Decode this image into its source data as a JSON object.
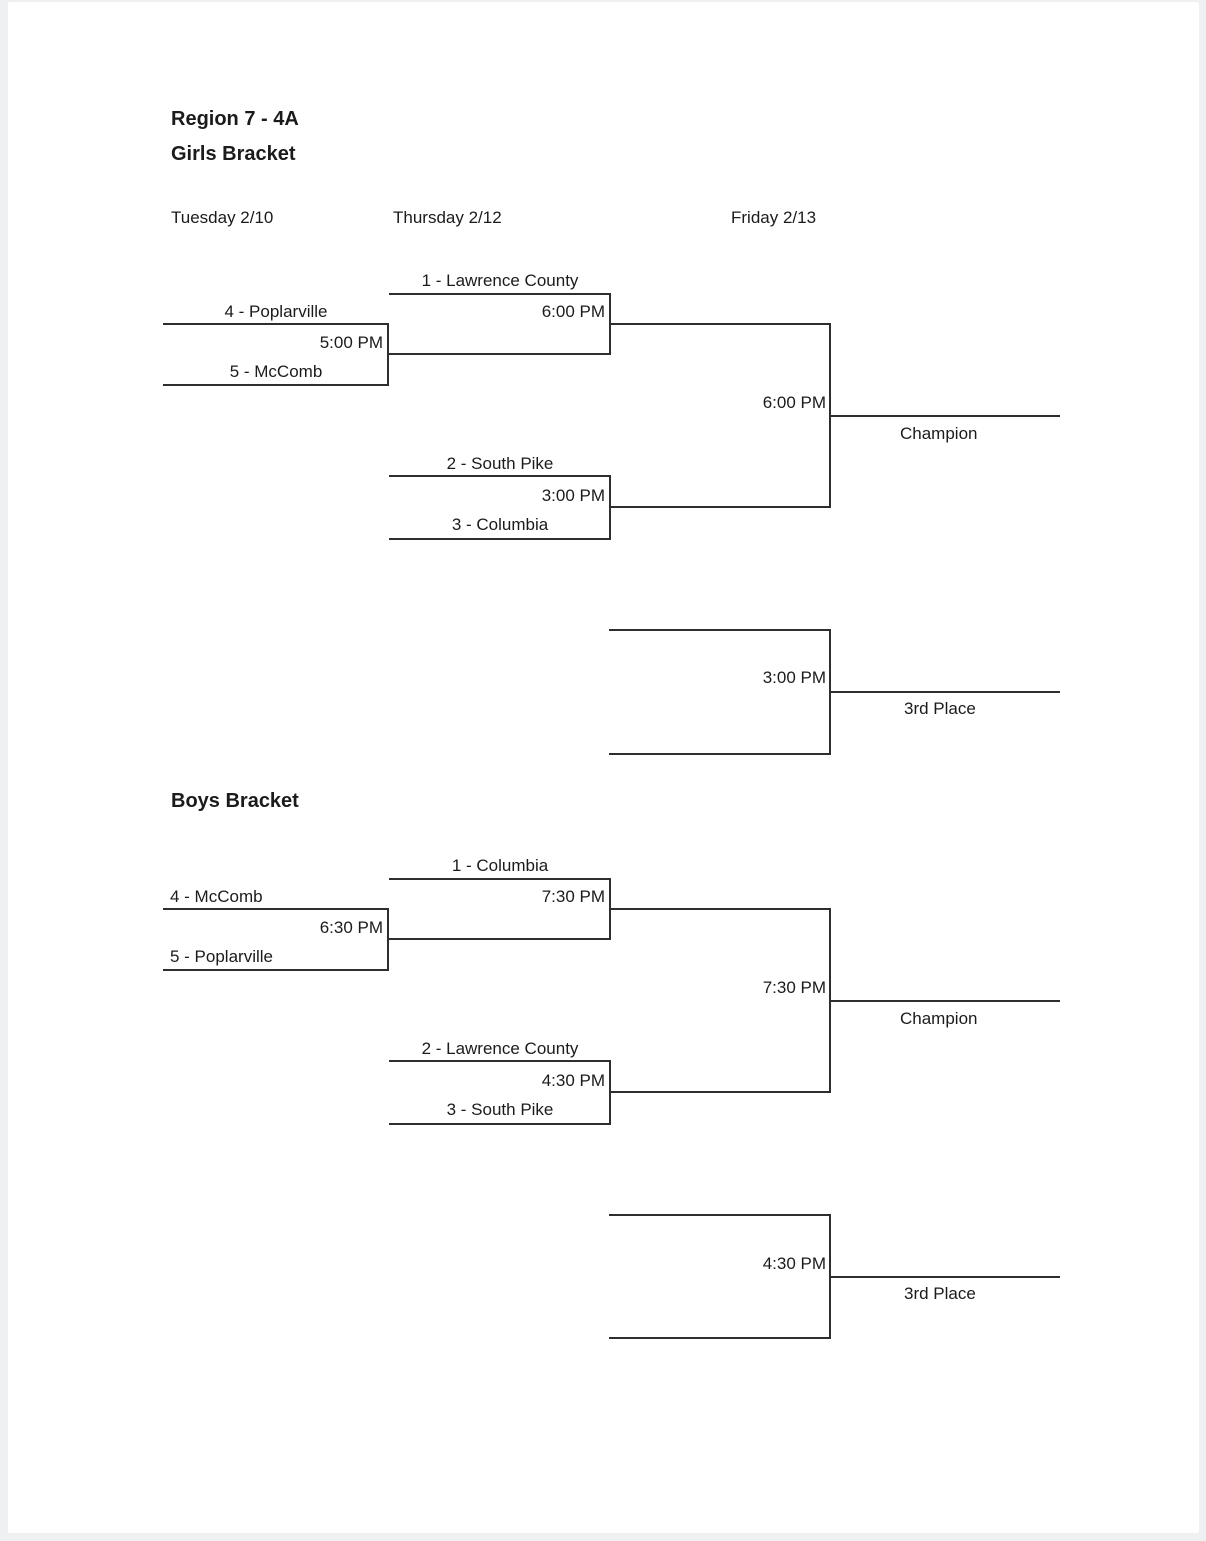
{
  "page": {
    "title": "Region 7 - 4A",
    "date_columns": [
      "Tuesday 2/10",
      "Thursday 2/12",
      "Friday 2/13"
    ]
  },
  "girls": {
    "heading": "Girls Bracket",
    "playin": {
      "team_top": "4 - Poplarville",
      "team_bottom": "5 - McComb",
      "time": "5:00 PM"
    },
    "semifinal1": {
      "team_top": "1 - Lawrence County",
      "time": "6:00 PM"
    },
    "semifinal2": {
      "team_top": "2 - South Pike",
      "team_bottom": "3 - Columbia",
      "time": "3:00 PM"
    },
    "final": {
      "time": "6:00 PM",
      "winner_label": "Champion"
    },
    "third_place": {
      "time": "3:00 PM",
      "winner_label": "3rd Place"
    }
  },
  "boys": {
    "heading": "Boys Bracket",
    "playin": {
      "team_top": "4 - McComb",
      "team_bottom": "5 - Poplarville",
      "time": "6:30 PM"
    },
    "semifinal1": {
      "team_top": "1 - Columbia",
      "time": "7:30 PM"
    },
    "semifinal2": {
      "team_top": "2 - Lawrence County",
      "time": "4:30 PM",
      "team_bottom": "3 - South Pike"
    },
    "final": {
      "time": "7:30 PM",
      "winner_label": "Champion"
    },
    "third_place": {
      "time": "4:30 PM",
      "winner_label": "3rd Place"
    }
  }
}
